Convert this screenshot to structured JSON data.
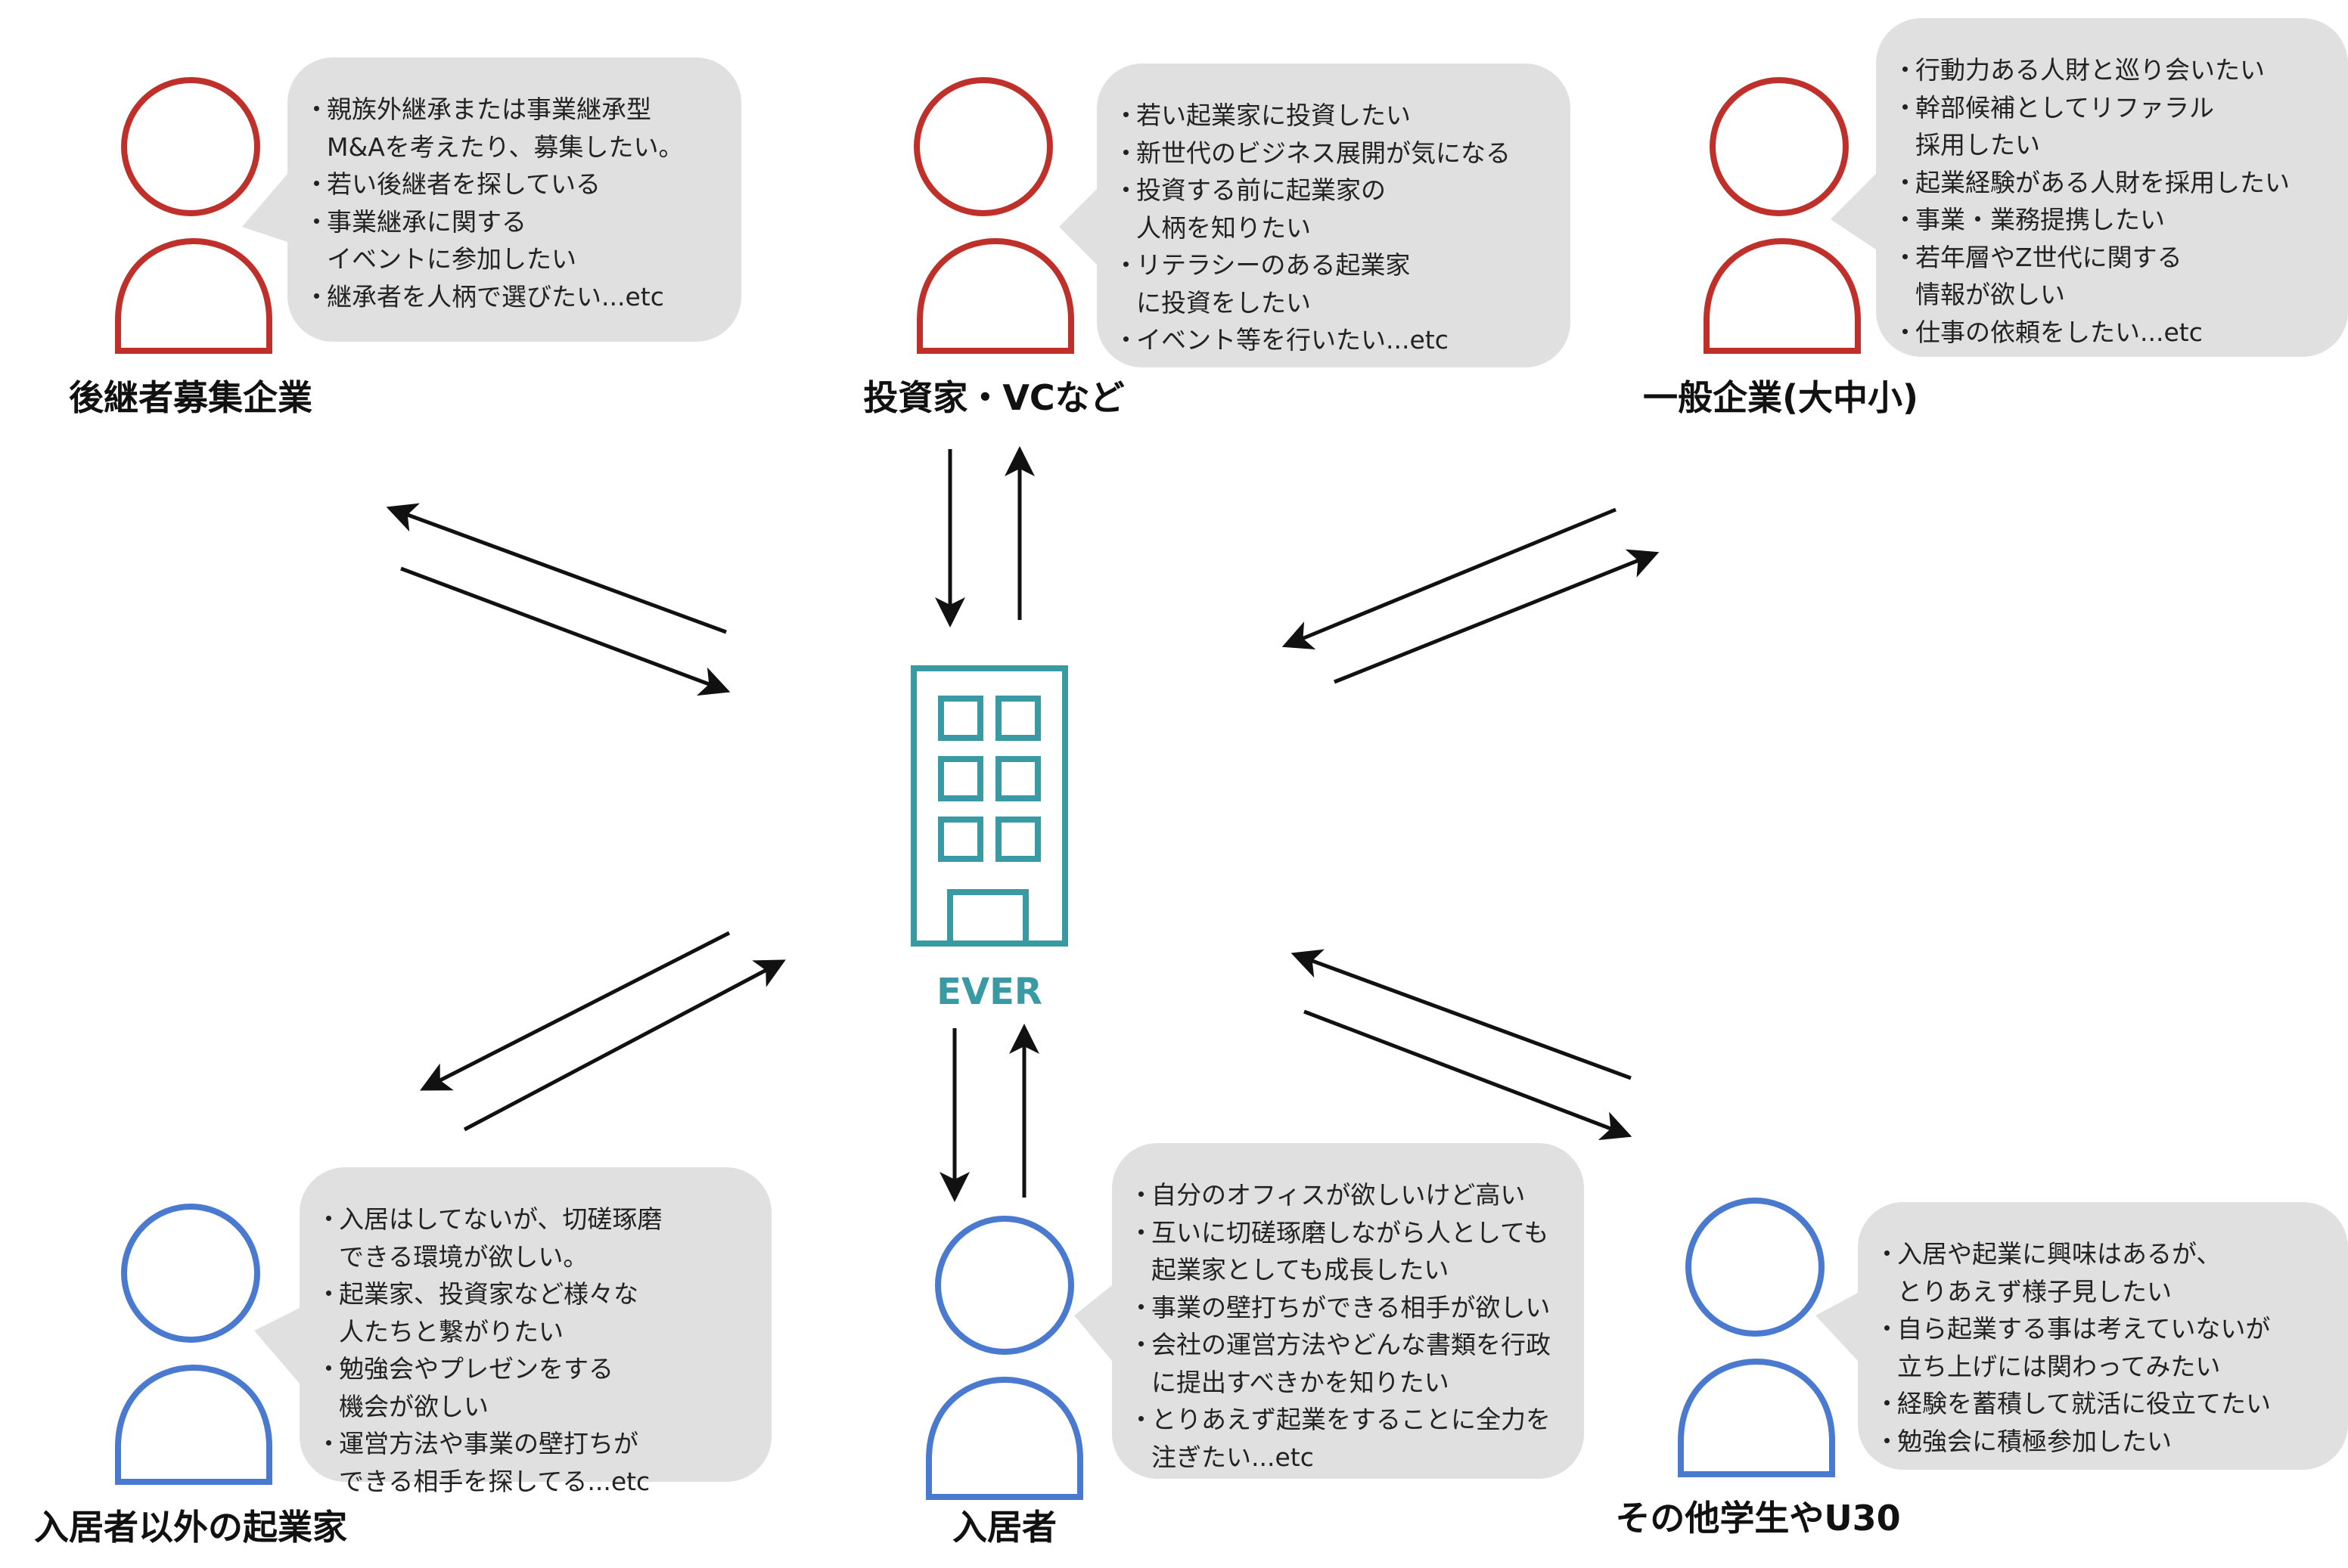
{
  "colors": {
    "red": "#c0302a",
    "blue": "#4a79d0",
    "teal": "#3a9aa3",
    "bubble": "#e0e0e0"
  },
  "center": {
    "label": "EVER"
  },
  "personas": [
    {
      "id": "successor-seeking-company",
      "label": "後継者募集企業",
      "color": "red",
      "items": [
        [
          "親族外継承または事業継承型",
          "M&Aを考えたり、募集したい。"
        ],
        [
          "若い後継者を探している"
        ],
        [
          "事業継承に関する",
          "イベントに参加したい"
        ],
        [
          "継承者を人柄で選びたい...etc"
        ]
      ]
    },
    {
      "id": "investors-vc",
      "label": "投資家・VCなど",
      "color": "red",
      "items": [
        [
          "若い起業家に投資したい"
        ],
        [
          "新世代のビジネス展開が気になる"
        ],
        [
          "投資する前に起業家の",
          "人柄を知りたい"
        ],
        [
          "リテラシーのある起業家",
          "に投資をしたい"
        ],
        [
          "イベント等を行いたい...etc"
        ]
      ]
    },
    {
      "id": "general-companies",
      "label": "一般企業(大中小)",
      "color": "red",
      "items": [
        [
          "行動力ある人財と巡り会いたい"
        ],
        [
          "幹部候補としてリファラル",
          "採用したい"
        ],
        [
          "起業経験がある人財を採用したい"
        ],
        [
          "事業・業務提携したい"
        ],
        [
          "若年層やZ世代に関する",
          "情報が欲しい"
        ],
        [
          "仕事の依頼をしたい...etc"
        ]
      ]
    },
    {
      "id": "non-resident-entrepreneurs",
      "label": "入居者以外の起業家",
      "color": "blue",
      "items": [
        [
          "入居はしてないが、切磋琢磨",
          "できる環境が欲しい。"
        ],
        [
          "起業家、投資家など様々な",
          "人たちと繋がりたい"
        ],
        [
          "勉強会やプレゼンをする",
          "機会が欲しい"
        ],
        [
          "運営方法や事業の壁打ちが",
          "できる相手を探してる...etc"
        ]
      ]
    },
    {
      "id": "residents",
      "label": "入居者",
      "color": "blue",
      "items": [
        [
          "自分のオフィスが欲しいけど高い"
        ],
        [
          "互いに切磋琢磨しながら人としても",
          "起業家としても成長したい"
        ],
        [
          "事業の壁打ちができる相手が欲しい"
        ],
        [
          "会社の運営方法やどんな書類を行政",
          "に提出すべきかを知りたい"
        ],
        [
          "とりあえず起業をすることに全力を",
          "注ぎたい...etc"
        ]
      ]
    },
    {
      "id": "students-u30",
      "label": "その他学生やU30",
      "color": "blue",
      "items": [
        [
          "入居や起業に興味はあるが、",
          "とりあえず様子見したい"
        ],
        [
          "自ら起業する事は考えていないが",
          "立ち上げには関わってみたい"
        ],
        [
          "経験を蓄積して就活に役立てたい"
        ],
        [
          "勉強会に積極参加したい"
        ]
      ]
    }
  ]
}
